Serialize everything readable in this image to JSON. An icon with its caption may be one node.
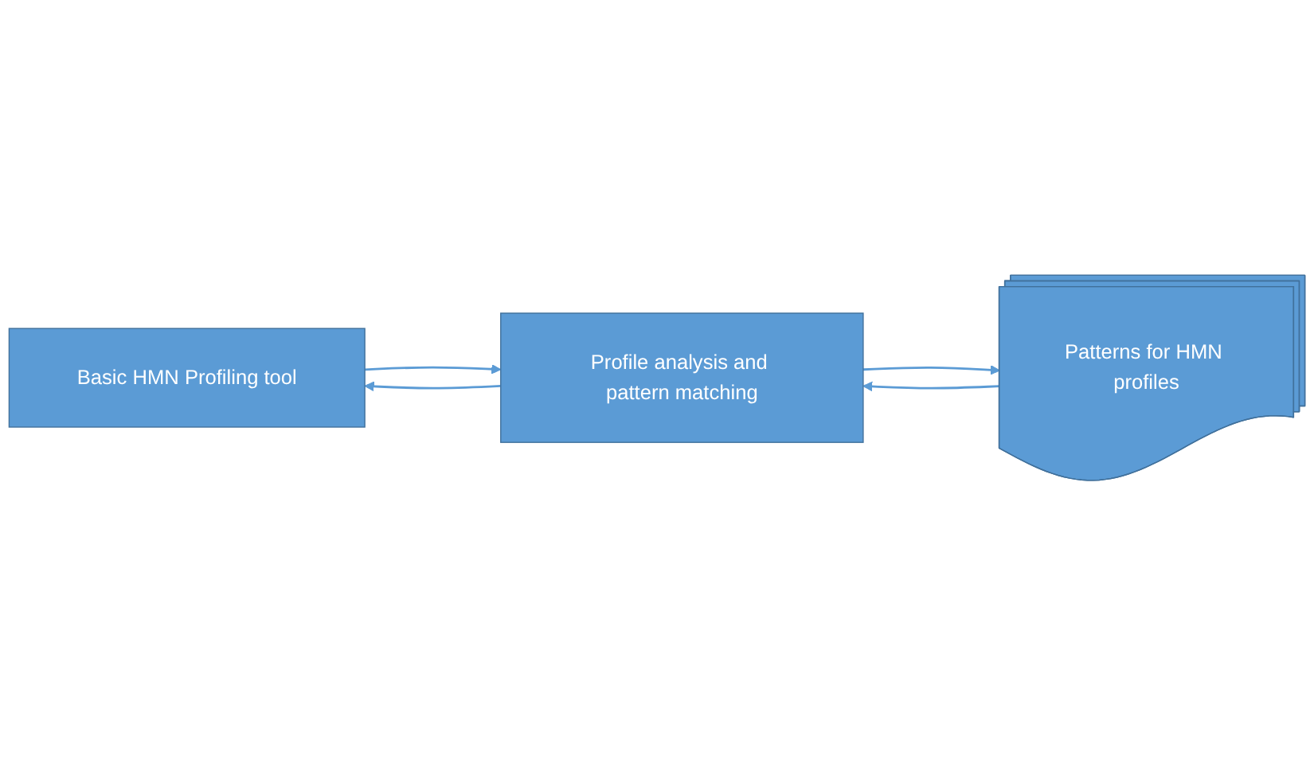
{
  "diagram": {
    "nodes": [
      {
        "text": [
          "Basic HMN Profiling tool"
        ]
      },
      {
        "text": [
          "Profile analysis and pattern matching"
        ]
      },
      {
        "text": [
          "Patterns for HMN profiles"
        ]
      }
    ],
    "edges": [
      {
        "from": 0,
        "to": 1,
        "arrow": "to"
      },
      {
        "from": 1,
        "to": 0,
        "arrow": "to"
      },
      {
        "from": 1,
        "to": 2,
        "arrow": "to"
      },
      {
        "from": 2,
        "to": 1,
        "arrow": "to"
      }
    ]
  }
}
